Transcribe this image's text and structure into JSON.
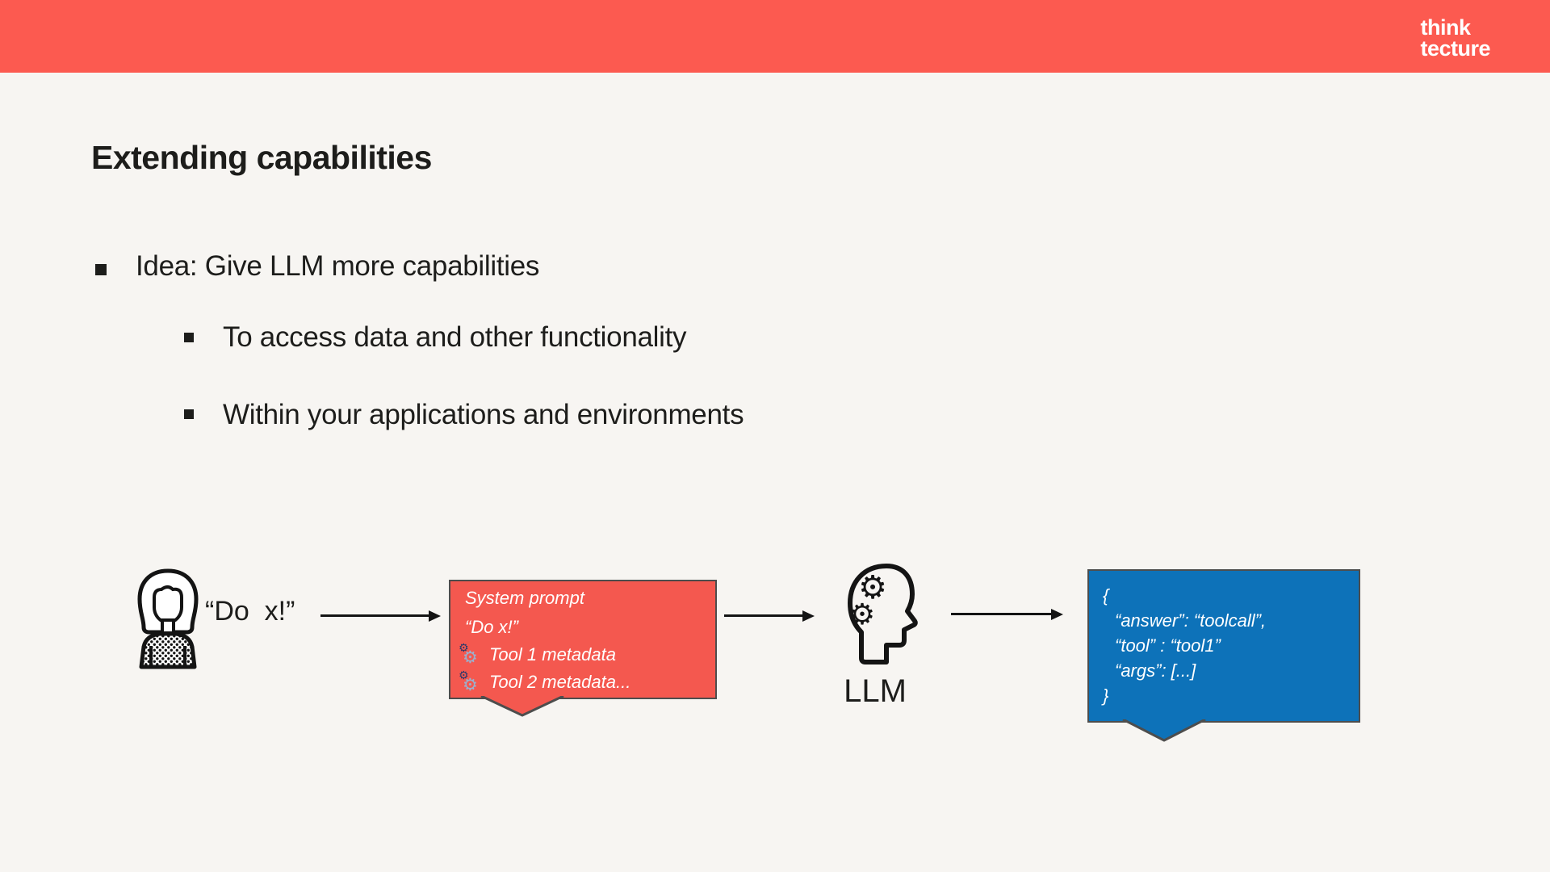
{
  "colors": {
    "header_red": "#fc5a50",
    "prompt_bubble_red": "#f4584f",
    "response_bubble_blue": "#0d72b9",
    "slide_background": "#f7f5f2",
    "text": "#1d1d1b",
    "bubble_border_gray": "#4d4d4d"
  },
  "logo": {
    "line1": "think",
    "line2": "tecture"
  },
  "title": "Extending capabilities",
  "bullets": {
    "main": "Idea: Give LLM more capabilities",
    "sub1": "To access data and other functionality",
    "sub2": "Within your applications and environments"
  },
  "diagram": {
    "user_quote": "“Do  x!”",
    "prompt_bubble": {
      "title": "System prompt",
      "quote": "“Do x!”",
      "tool1": "Tool 1 metadata",
      "tool2": "Tool 2 metadata...",
      "gear_icon": "⚙"
    },
    "llm_label": "LLM",
    "response_bubble": {
      "line1": "{",
      "line2": "“answer”: “toolcall”,",
      "line3": "“tool” : “tool1”",
      "line4": "“args”: [...]",
      "line5": "}"
    }
  }
}
